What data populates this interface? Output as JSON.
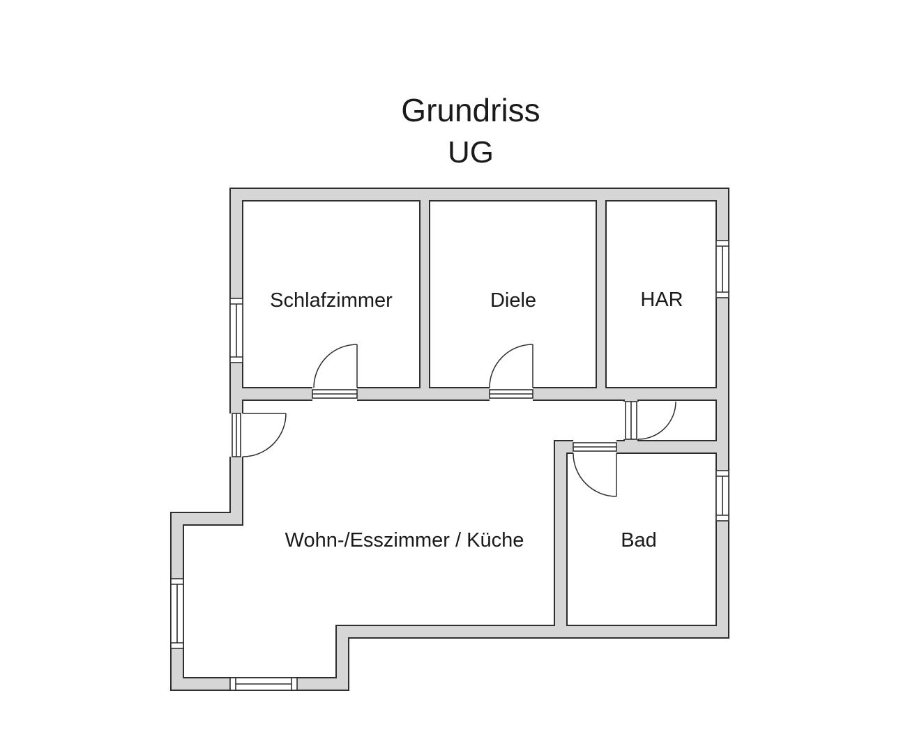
{
  "title": {
    "main": "Grundriss",
    "sub": "UG"
  },
  "rooms": [
    {
      "id": "schlafzimmer",
      "label": "Schlafzimmer"
    },
    {
      "id": "diele",
      "label": "Diele"
    },
    {
      "id": "har",
      "label": "HAR"
    },
    {
      "id": "wohn",
      "label": "Wohn-/Esszimmer / Küche"
    },
    {
      "id": "bad",
      "label": "Bad"
    }
  ],
  "colors": {
    "wall_fill": "#d6d6d6",
    "outline": "#2e2e2e",
    "text": "#1a1a1a",
    "background": "#ffffff"
  }
}
